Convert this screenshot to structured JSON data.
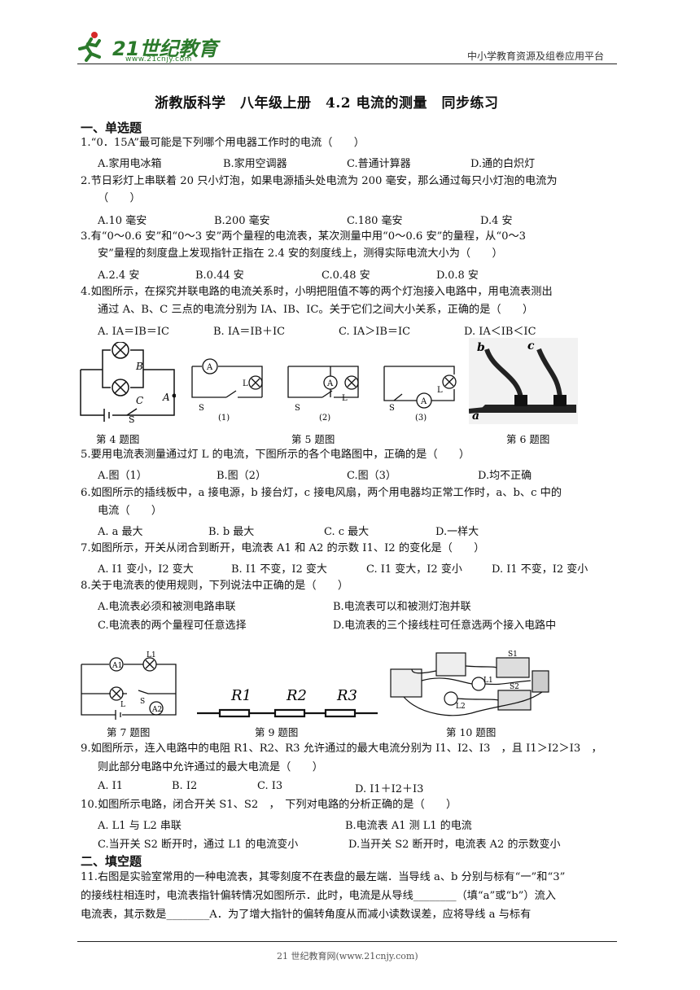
{
  "header": {
    "logo_text": "21世纪教育",
    "logo_url": "www.21cnjy.com",
    "slogan": "中小学教育资源及组卷应用平台"
  },
  "title": "浙教版科学　八年级上册　4.2  电流的测量　同步练习",
  "section1": "一、单选题",
  "section2": "二、填空题",
  "questions": [
    {
      "lines": [
        "1.“0．15A”最可能是下列哪个用电器工作时的电流（　　）"
      ],
      "options": [
        "A.家用电冰箱",
        "B.家用空调器",
        "C.普通计算器",
        "D.通的白炽灯"
      ]
    },
    {
      "lines": [
        "2.节日彩灯上串联着 20 只小灯泡，如果电源插头处电流为 200 毫安，那么通过每只小灯泡的电流为",
        "（　　）"
      ],
      "options": [
        "A.10 毫安",
        "B.200 毫安",
        "C.180 毫安",
        "D.4 安"
      ]
    },
    {
      "lines": [
        "3.有“0～0.6 安”和“0～3 安”两个量程的电流表，某次测量中用“0～0.6 安”的量程，从“0～3",
        "安”量程的刻度盘上发现指针正指在 2.4 安的刻度线上，测得实际电流大小为（　　）"
      ],
      "options": [
        "A.2.4 安",
        "B.0.44 安",
        "C.0.48 安",
        "D.0.8 安"
      ]
    },
    {
      "lines": [
        "4.如图所示，在探究并联电路的电流关系时，小明把阻值不等的两个灯泡接入电路中，用电流表测出",
        "通过 A、B、C 三点的电流分别为 IA、IB、IC。关于它们之间大小关系，正确的是（　　）"
      ],
      "options": [
        "A. IA＝IB＝IC",
        "B. IA＝IB＋IC",
        "C. IA＞IB＝IC",
        "D. IA＜IB＜IC"
      ]
    },
    {
      "lines": [
        "5.要用电流表测量通过灯 L 的电流，下图所示的各个电路图中，正确的是（　　）"
      ],
      "options": [
        "A.图（1）",
        "B.图（2）",
        "C.图（3）",
        "D.均不正确"
      ]
    },
    {
      "lines": [
        "6.如图所示的插线板中，a 接电源，b 接台灯，c 接电风扇，两个用电器均正常工作时，a、b、c 中的",
        "电流（　　）"
      ],
      "options": [
        "A. a 最大",
        "B. b 最大",
        "C. c 最大",
        "D.一样大"
      ]
    },
    {
      "lines": [
        "7.如图所示，开关从闭合到断开，电流表 A1 和 A2 的示数 I1、I2 的变化是（　　）"
      ],
      "options": [
        "A. I1 变小，I2 变大",
        "B. I1 不变，I2 变大",
        "C. I1 变大，I2 变小",
        "D. I1 不变，I2 变小"
      ]
    },
    {
      "lines": [
        "8.关于电流表的使用规则，下列说法中正确的是（　　）"
      ],
      "options": [
        "A.电流表必须和被测电路串联",
        "B.电流表可以和被测灯泡并联",
        "C.电流表的两个量程可任意选择",
        "D.电流表的三个接线柱可任意选两个接入电路中"
      ]
    },
    {
      "lines": [
        "9.如图所示，连入电路中的电阻 R1、R2、R3 允许通过的最大电流分别为 I1、I2、I3　，且 I1＞I2＞I3　，",
        "则此部分电路中允许通过的最大电流是（　　）"
      ],
      "options": [
        "A. I1",
        "B. I2",
        "C. I3",
        "D. I1＋I2＋I3"
      ]
    },
    {
      "lines": [
        "10.如图所示电路，闭合开关 S1、S2　，　下列对电路的分析正确的是（　　）"
      ],
      "options": [
        "A. L1 与 L2 串联",
        "B.电流表 A1 测 L1 的电流",
        "C.当开关 S2 断开时，通过 L1 的电流变小",
        "D.当开关 S2 断开时，电流表 A2 的示数变小"
      ]
    }
  ],
  "fill_in": {
    "lines": [
      "11.右图是实验室常用的一种电流表，其零刻度不在表盘的最左端．当导线 a、b 分别与标有“一”和“3”",
      "的接线柱相连时，电流表指针偏转情况如图所示．此时，电流是从导线________（填“a”或“b”）流入",
      "电流表，其示数是________A．为了增大指针的偏转角度从而减小读数误差，应将导线 a 与标有"
    ]
  },
  "captions": {
    "fig4": "第 4 题图",
    "fig5": "第 5 题图",
    "fig6": "第 6 题图",
    "fig7": "第 7 题图",
    "fig9": "第 9 题图",
    "fig10": "第 10 题图"
  },
  "figure_labels": {
    "fig4": [
      "B",
      "C",
      "A",
      "S"
    ],
    "fig5": [
      "A",
      "L",
      "S",
      "(1)",
      "(2)",
      "(3)"
    ],
    "fig6": [
      "a",
      "b",
      "c"
    ],
    "fig7": [
      "A1",
      "L1",
      "L",
      "S",
      "A2"
    ],
    "fig9": [
      "R1",
      "R2",
      "R3"
    ],
    "fig10": [
      "S1",
      "L1",
      "L2",
      "S2"
    ]
  },
  "footer": "21 世纪教育网(www.21cnjy.com)",
  "colors": {
    "logo_green": "#2b7a2b",
    "text": "#111111"
  }
}
